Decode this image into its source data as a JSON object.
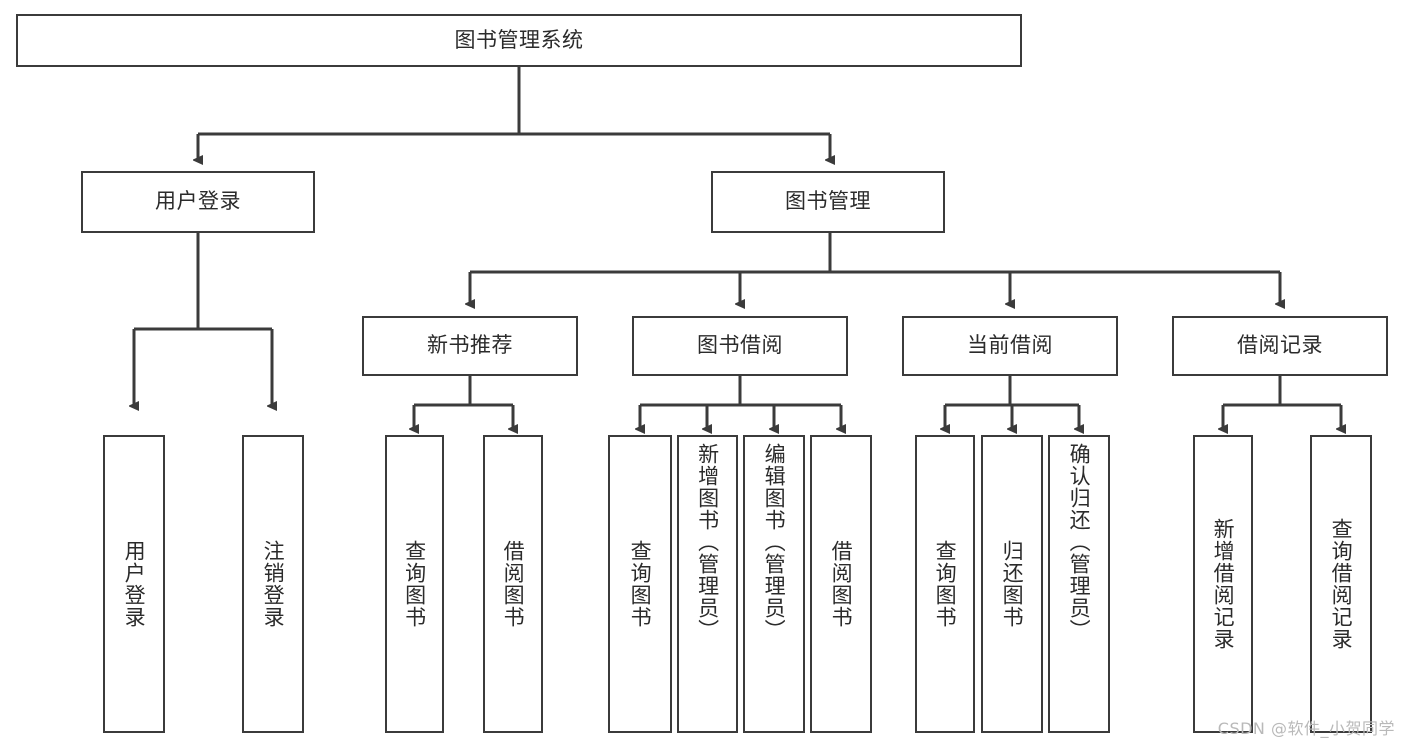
{
  "diagram": {
    "type": "tree",
    "title": "图书管理系统",
    "root": {
      "id": "root",
      "label": "图书管理系统",
      "children": [
        {
          "id": "user-login",
          "label": "用户登录",
          "children": [
            {
              "id": "user-login-do",
              "label": "用户登录"
            },
            {
              "id": "user-logout",
              "label": "注销登录"
            }
          ]
        },
        {
          "id": "book-manage",
          "label": "图书管理",
          "children": [
            {
              "id": "new-book-rec",
              "label": "新书推荐",
              "children": [
                {
                  "id": "query-book-1",
                  "label": "查询图书"
                },
                {
                  "id": "borrow-book-1",
                  "label": "借阅图书"
                }
              ]
            },
            {
              "id": "book-borrow",
              "label": "图书借阅",
              "children": [
                {
                  "id": "query-book-2",
                  "label": "查询图书"
                },
                {
                  "id": "add-book",
                  "label": "新增图书（管理员）"
                },
                {
                  "id": "edit-book",
                  "label": "编辑图书（管理员）"
                },
                {
                  "id": "borrow-book-2",
                  "label": "借阅图书"
                }
              ]
            },
            {
              "id": "current-borrow",
              "label": "当前借阅",
              "children": [
                {
                  "id": "query-book-3",
                  "label": "查询图书"
                },
                {
                  "id": "return-book",
                  "label": "归还图书"
                },
                {
                  "id": "confirm-return",
                  "label": "确认归还（管理员）"
                }
              ]
            },
            {
              "id": "borrow-record",
              "label": "借阅记录",
              "children": [
                {
                  "id": "add-record",
                  "label": "新增借阅记录"
                },
                {
                  "id": "query-record",
                  "label": "查询借阅记录"
                }
              ]
            }
          ]
        }
      ]
    }
  },
  "nodes": {
    "root": {
      "label": "图书管理系统"
    },
    "user_login": {
      "label": "用户登录"
    },
    "book_manage": {
      "label": "图书管理"
    },
    "new_book_rec": {
      "label": "新书推荐"
    },
    "book_borrow": {
      "label": "图书借阅"
    },
    "current_borrow": {
      "label": "当前借阅"
    },
    "borrow_record": {
      "label": "借阅记录"
    },
    "leaf_user_login": {
      "label": "用户登录"
    },
    "leaf_user_logout": {
      "label": "注销登录"
    },
    "leaf_query_book_1": {
      "label": "查询图书"
    },
    "leaf_borrow_book_1": {
      "label": "借阅图书"
    },
    "leaf_query_book_2": {
      "label": "查询图书"
    },
    "leaf_add_book": {
      "label": "新增图书（管理员）"
    },
    "leaf_edit_book": {
      "label": "编辑图书（管理员）"
    },
    "leaf_borrow_book_2": {
      "label": "借阅图书"
    },
    "leaf_query_book_3": {
      "label": "查询图书"
    },
    "leaf_return_book": {
      "label": "归还图书"
    },
    "leaf_confirm_return": {
      "label": "确认归还（管理员）"
    },
    "leaf_add_record": {
      "label": "新增借阅记录"
    },
    "leaf_query_record": {
      "label": "查询借阅记录"
    }
  },
  "watermark": {
    "text": "CSDN @软件_小贺同学"
  },
  "colors": {
    "stroke": "#3b3b3b",
    "text": "#2b2b2b",
    "background": "#ffffff",
    "watermark": "#b9b9b9"
  }
}
